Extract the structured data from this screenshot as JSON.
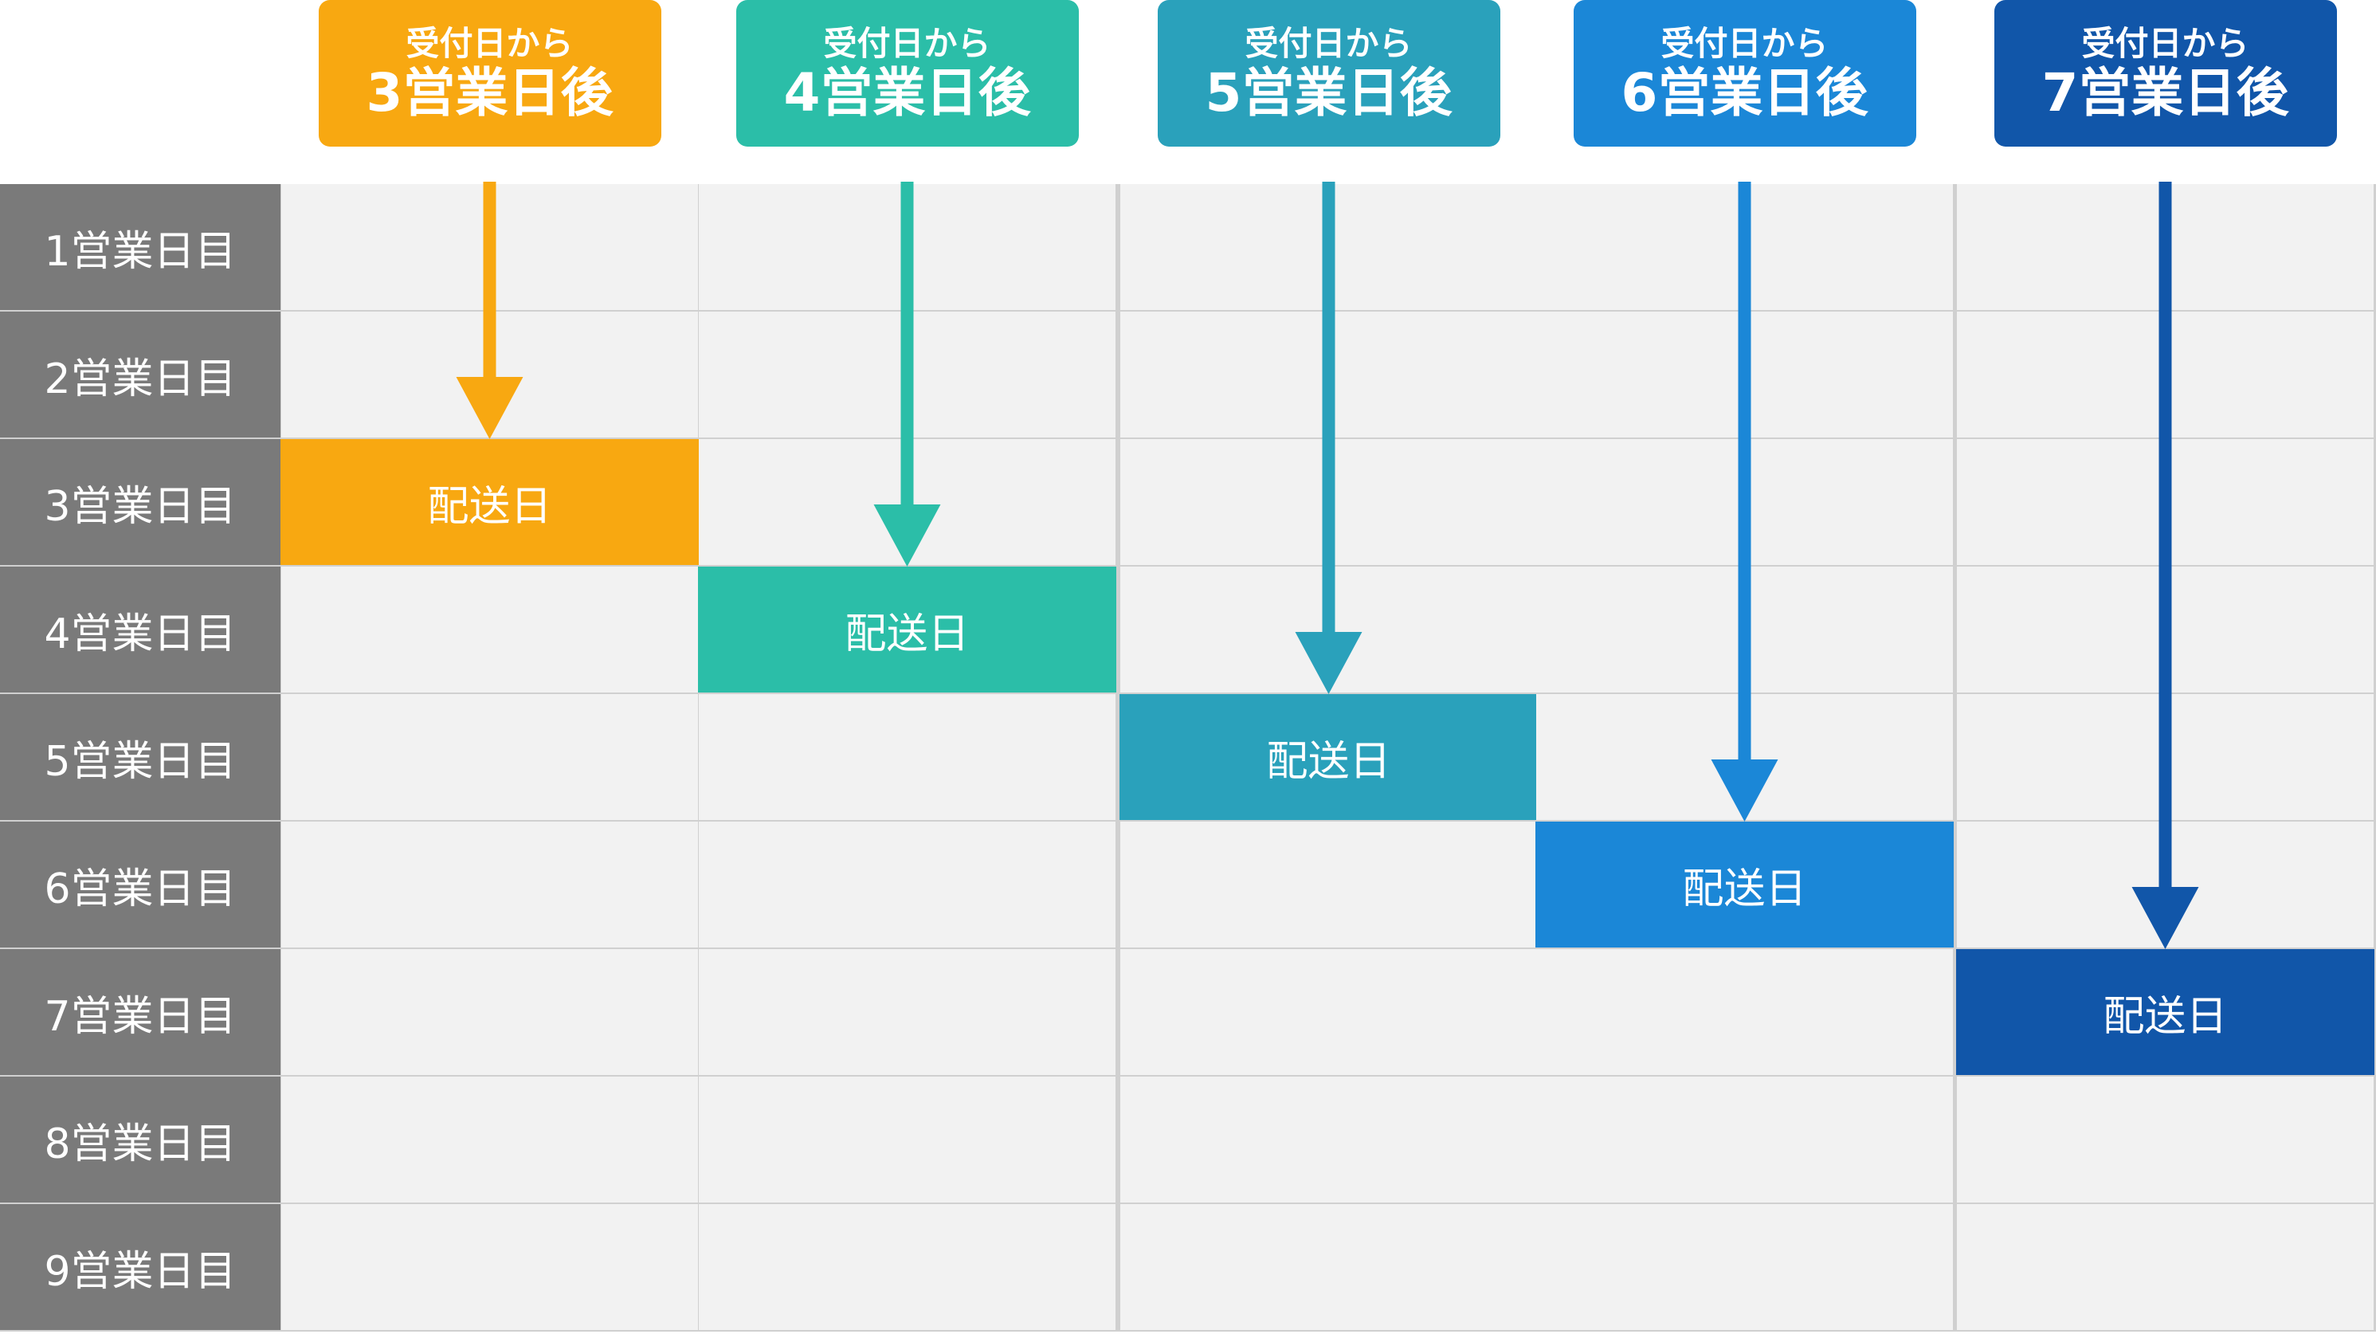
{
  "columns": [
    {
      "sub": "受付日から",
      "main": "3営業日後",
      "color": "#f8a811",
      "delivery_day": 3,
      "delivery_label": "配送日"
    },
    {
      "sub": "受付日から",
      "main": "4営業日後",
      "color": "#2bbea8",
      "delivery_day": 4,
      "delivery_label": "配送日"
    },
    {
      "sub": "受付日から",
      "main": "5営業日後",
      "color": "#2aa1bb",
      "delivery_day": 5,
      "delivery_label": "配送日"
    },
    {
      "sub": "受付日から",
      "main": "6営業日後",
      "color": "#1b87d7",
      "delivery_day": 6,
      "delivery_label": "配送日"
    },
    {
      "sub": "受付日から",
      "main": "7営業日後",
      "color": "#1156a9",
      "delivery_day": 7,
      "delivery_label": "配送日"
    }
  ],
  "rows": [
    "1営業日目",
    "2営業日目",
    "3営業日目",
    "4営業日目",
    "5営業日目",
    "6営業日目",
    "7営業日目",
    "8営業日目",
    "9営業日目"
  ],
  "colors": {
    "row_label_bg": "#7a7a7a",
    "cell_bg": "#f2f2f2",
    "grid_line": "#d0d0d0"
  }
}
